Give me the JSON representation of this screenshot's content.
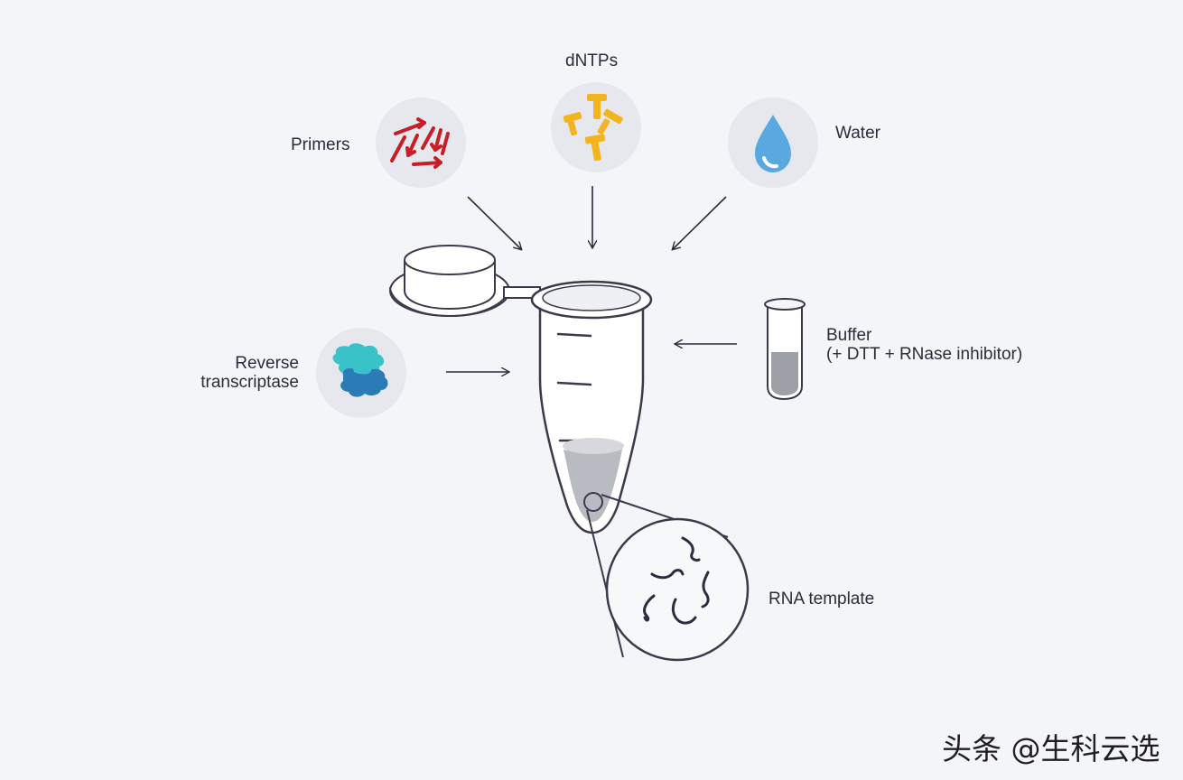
{
  "labels": {
    "dntps": "dNTPs",
    "primers": "Primers",
    "water": "Water",
    "rt_line1": "Reverse",
    "rt_line2": "transcriptase",
    "buffer_line1": "Buffer",
    "buffer_line2": "(+ DTT + RNase inhibitor)",
    "rna": "RNA template"
  },
  "watermark": "头条 @生科云选",
  "colors": {
    "background": "#f4f5f8",
    "circle_fill": "#e6e8ee",
    "primer_red": "#c81e28",
    "dntp_yellow": "#f2b51f",
    "water_blue": "#5aa8e0",
    "enzyme_teal": "#39c3c9",
    "enzyme_blue": "#2b7bb7",
    "outline": "#3a3a4a",
    "liquid": "#b9bbc2"
  },
  "icons": [
    "primers-icon",
    "dntps-icon",
    "water-drop-icon",
    "reverse-transcriptase-icon",
    "buffer-tube-icon",
    "microcentrifuge-tube",
    "rna-strands-icon"
  ]
}
